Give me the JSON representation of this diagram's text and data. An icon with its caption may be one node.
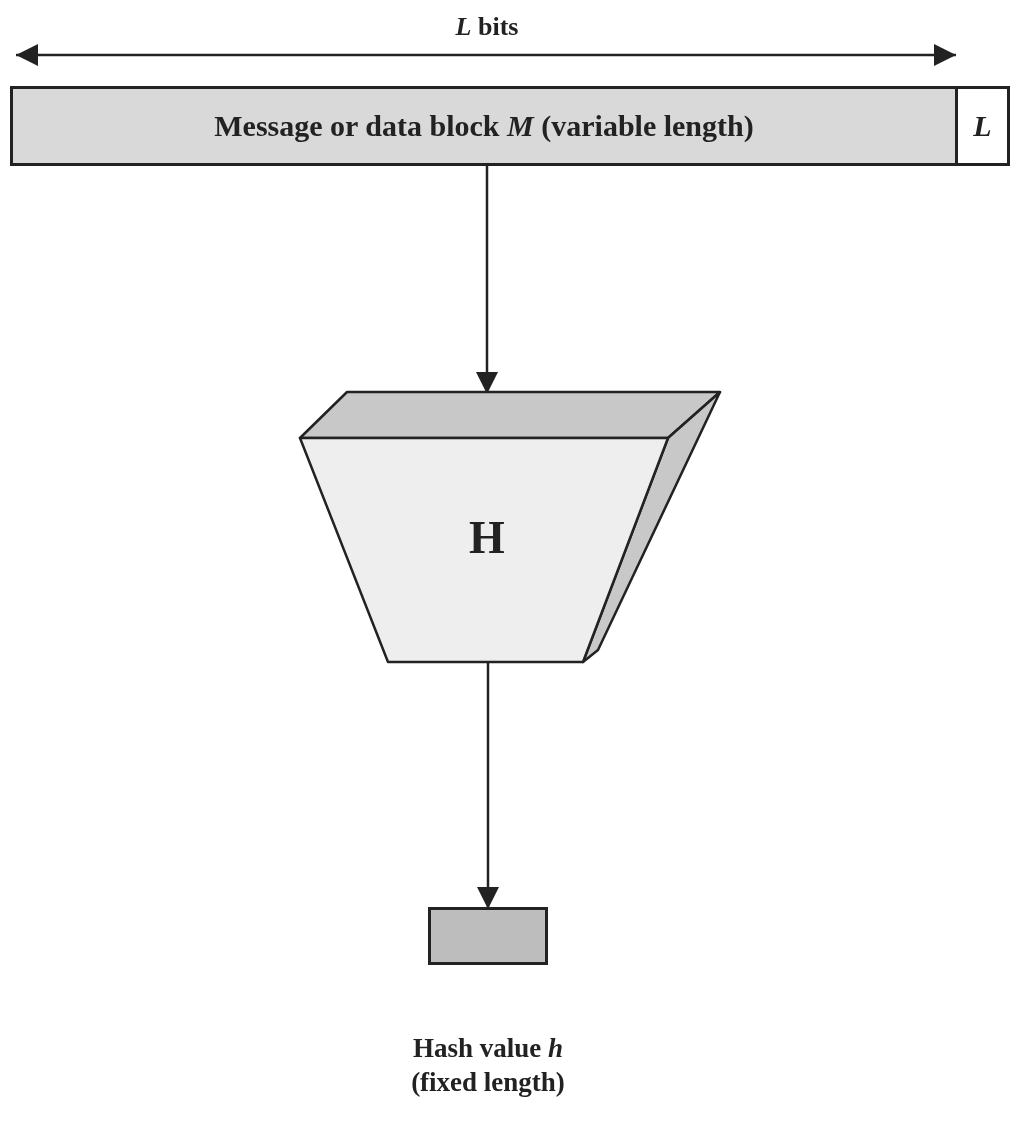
{
  "diagram": {
    "nodes": [
      {
        "text": [
          "Message or data block *M* (variable length)"
        ]
      },
      {
        "text": [
          "L"
        ]
      },
      {
        "text": [
          "H"
        ]
      },
      {
        "text": [],
        "shape": "box",
        "beside": [
          "Hash value *h* (fixed length)"
        ]
      }
    ],
    "edges": [
      {
        "from": 0,
        "to": 2,
        "arrow": "to"
      },
      {
        "from": 2,
        "to": 3,
        "arrow": "to"
      }
    ],
    "labels": [
      "*L* bits"
    ]
  }
}
